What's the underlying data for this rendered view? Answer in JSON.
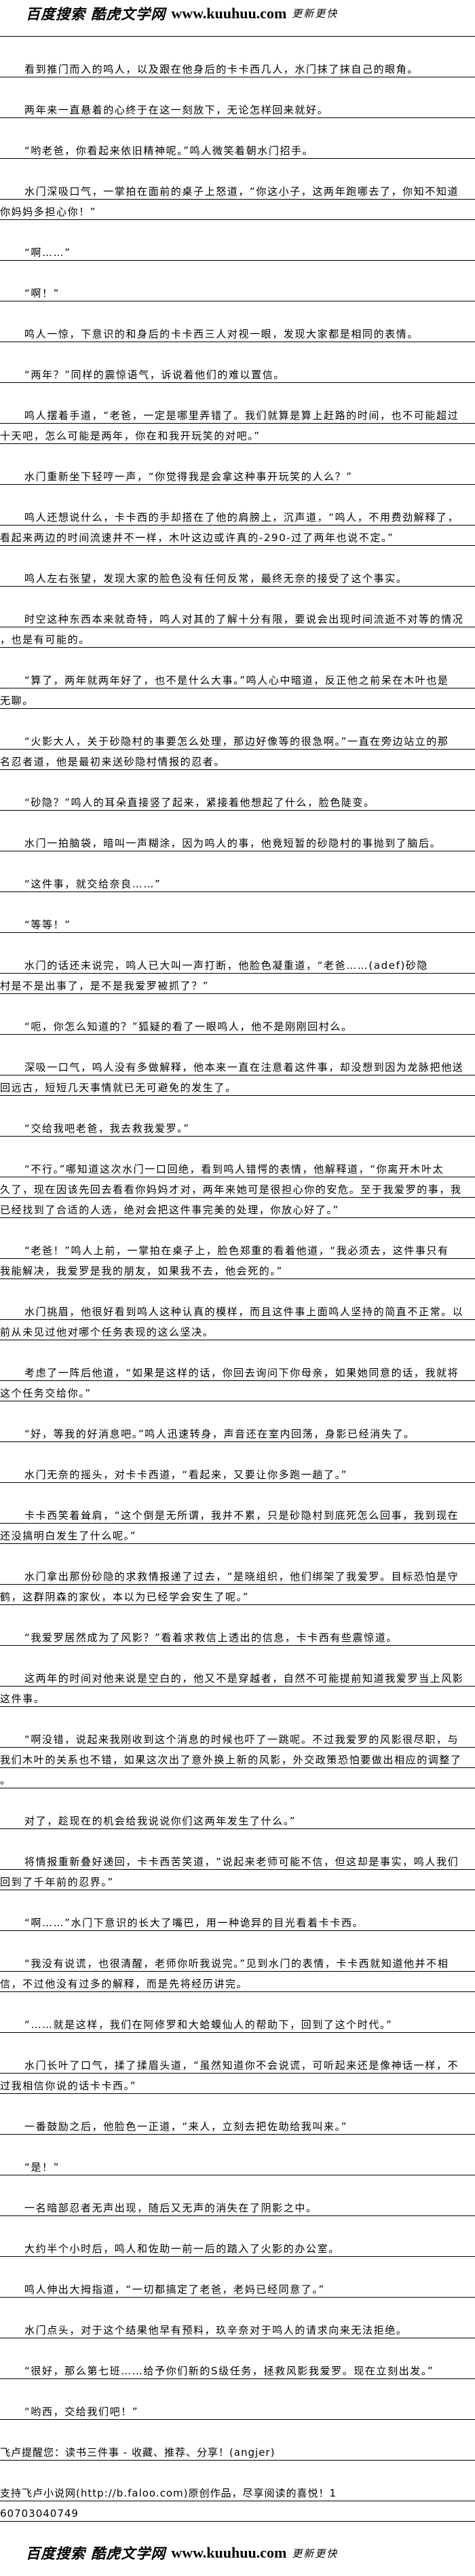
{
  "banner": {
    "site_cn": "百度搜索 酷虎文学网",
    "url": "www.kuuhuu.com",
    "tagline": "更新更快"
  },
  "paragraphs": [
    [
      "看到推门而入的鸣人，以及跟在他身后的卡卡西几人，水门抹了抹自己的眼角。"
    ],
    [
      "两年来一直悬着的心终于在这一刻放下，无论怎样回来就好。"
    ],
    [
      "“哟老爸，你看起来依旧精神呢。”鸣人微笑着朝水门招手。"
    ],
    [
      "水门深吸口气，一掌拍在面前的桌子上怒道，“你这小子，这两年跑哪去了，你知不知道",
      "你妈妈多担心你！”"
    ],
    [
      "“啊……”"
    ],
    [
      "“啊！”"
    ],
    [
      "鸣人一惊，下意识的和身后的卡卡西三人对视一眼，发现大家都是相同的表情。"
    ],
    [
      "“两年？”同样的震惊语气，诉说着他们的难以置信。"
    ],
    [
      "鸣人摆着手道，“老爸，一定是哪里弄错了。我们就算是算上赶路的时间，也不可能超过",
      "十天吧，怎么可能是两年，你在和我开玩笑的对吧。”"
    ],
    [
      "水门重新坐下轻哼一声，“你觉得我是会拿这种事开玩笑的人么？”"
    ],
    [
      "鸣人还想说什么，卡卡西的手却搭在了他的肩膀上，沉声道，“鸣人，不用费劲解释了，",
      "看起来两边的时间流速并不一样，木叶这边或许真的-290-过了两年也说不定。”"
    ],
    [
      "鸣人左右张望，发现大家的脸色没有任何反常，最终无奈的接受了这个事实。"
    ],
    [
      "时空这种东西本来就奇特，鸣人对其的了解十分有限，要说会出现时间流逝不对等的情况",
      "，也是有可能的。"
    ],
    [
      "“算了，两年就两年好了，也不是什么大事。”鸣人心中暗道，反正他之前呆在木叶也是",
      "无聊。"
    ],
    [
      "“火影大人，关于砂隐村的事要怎么处理，那边好像等的很急啊。”一直在旁边站立的那",
      "名忍者道，他是最初来送砂隐村情报的忍者。"
    ],
    [
      "“砂隐？”鸣人的耳朵直接竖了起来，紧接着他想起了什么，脸色陡变。"
    ],
    [
      "水门一拍脑袋，暗叫一声糊涂，因为鸣人的事，他竟短暂的砂隐村的事抛到了脑后。"
    ],
    [
      "“这件事，就交给奈良……”"
    ],
    [
      "“等等！”"
    ],
    [
      "水门的话还未说完，鸣人已大叫一声打断，他脸色凝重道，“老爸……(adef)砂隐",
      "村是不是出事了，是不是我爱罗被抓了？”"
    ],
    [
      "“呃，你怎么知道的？”狐疑的看了一眼鸣人，他不是刚刚回村么。"
    ],
    [
      "深吸一口气，鸣人没有多做解释，他本来一直在注意着这件事，却没想到因为龙脉把他送",
      "回远古，短短几天事情就已无可避免的发生了。"
    ],
    [
      "“交给我吧老爸，我去救我爱罗。”"
    ],
    [
      "“不行。”哪知道这次水门一口回绝，看到鸣人错愕的表情，他解释道，“你离开木叶太",
      "久了，现在因该先回去看看你妈妈才对，两年来她可是很担心你的安危。至于我爱罗的事，我",
      "已经找到了合适的人选，绝对会把这件事完美的处理，你放心好了。”"
    ],
    [
      "“老爸！”鸣人上前，一掌拍在桌子上，脸色郑重的看着他道，“我必须去，这件事只有",
      "我能解决，我爱罗是我的朋友，如果我不去，他会死的。”"
    ],
    [
      "水门挑眉，他很好看到鸣人这种认真的模样，而且这件事上面鸣人坚持的简直不正常。以",
      "前从未见过他对哪个任务表现的这么坚决。"
    ],
    [
      "考虑了一阵后他道，“如果是这样的话，你回去询问下你母亲，如果她同意的话，我就将",
      "这个任务交给你。”"
    ],
    [
      "“好，等我的好消息吧。”鸣人迅速转身，声音还在室内回荡，身影已经消失了。"
    ],
    [
      "水门无奈的摇头，对卡卡西道，“看起来，又要让你多跑一趟了。”"
    ],
    [
      "卡卡西笑着耸肩，“这个倒是无所谓，我并不累，只是砂隐村到底死怎么回事，我到现在",
      "还没搞明白发生了什么呢。”"
    ],
    [
      "水门拿出那份砂隐的求救情报递了过去，“是晓组织，他们绑架了我爱罗。目标恐怕是守",
      "鹤，这群阴森的家伙，本以为已经学会安生了呢。”"
    ],
    [
      "“我爱罗居然成为了风影？”看着求救信上透出的信息，卡卡西有些震惊道。"
    ],
    [
      "这两年的时间对他来说是空白的，他又不是穿越者，自然不可能提前知道我爱罗当上风影",
      "这件事。"
    ],
    [
      "“啊没错，说起来我刚收到这个消息的时候也吓了一跳呢。不过我爱罗的风影很尽职，与",
      "我们木叶的关系也不错，如果这次出了意外换上新的风影，外交政策恐怕要做出相应的调整了",
      "。"
    ],
    [
      "对了，趁现在的机会给我说说你们这两年发生了什么。”"
    ],
    [
      "将情报重新叠好递回，卡卡西苦笑道，“说起来老师可能不信，但这却是事实，鸣人我们",
      "回到了千年前的忍界。”"
    ],
    [
      "“啊……”水门下意识的长大了嘴巴，用一种诡异的目光看着卡卡西。"
    ],
    [
      "“我没有说谎，也很清醒，老师你听我说完。”见到水门的表情，卡卡西就知道他并不相",
      "信，不过他没有过多的解释，而是先将经历讲完。"
    ],
    [
      "“……就是这样，我们在阿修罗和大蛤蟆仙人的帮助下，回到了这个时代。”"
    ],
    [
      "水门长叶了口气，揉了揉眉头道，“虽然知道你不会说谎，可听起来还是像神话一样，不",
      "过我相信你说的话卡卡西。”"
    ],
    [
      "一番鼓励之后，他脸色一正道，“来人，立刻去把佐助给我叫来。”"
    ],
    [
      "“是！”"
    ],
    [
      "一名暗部忍者无声出现，随后又无声的消失在了阴影之中。"
    ],
    [
      "大约半个小时后，鸣人和佐助一前一后的踏入了火影的办公室。"
    ],
    [
      "鸣人伸出大拇指道，“一切都搞定了老爸，老妈已经同意了。”"
    ],
    [
      "水门点头，对于这个结果他早有预料，玖辛奈对于鸣人的请求向来无法拒绝。"
    ],
    [
      "“很好，那么第七班……给予你们新的S级任务，拯救风影我爱罗。现在立刻出发。”"
    ],
    [
      "“哟西，交给我们吧！”"
    ]
  ],
  "footer": [
    [
      "飞卢提醒您：读书三件事 - 收藏、推荐、分享！(angjer)"
    ],
    [
      "支持飞卢小说网(http://b.faloo.com)原创作品，尽享阅读的喜悦！1",
      "60703040749"
    ]
  ]
}
